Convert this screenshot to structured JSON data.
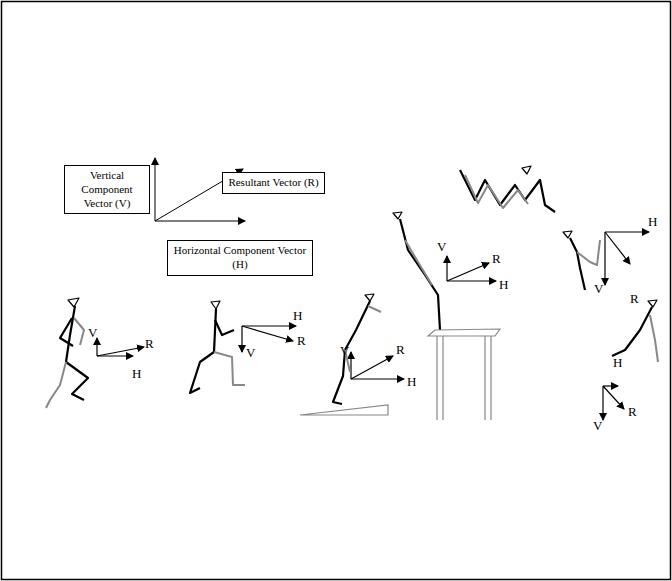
{
  "diagram": {
    "nodes": [
      {
        "text": [
          "Vertical Component Vector (V)"
        ]
      },
      {
        "text": [
          "Resultant Vector (R)"
        ]
      },
      {
        "text": [
          "Horizontal Component Vector (H)"
        ]
      }
    ],
    "labels": [
      "V",
      "R",
      "H",
      "H",
      "V",
      "R",
      "V",
      "R",
      "H",
      "V",
      "R",
      "H",
      "H",
      "V",
      "R",
      "H",
      "V",
      "R"
    ]
  }
}
